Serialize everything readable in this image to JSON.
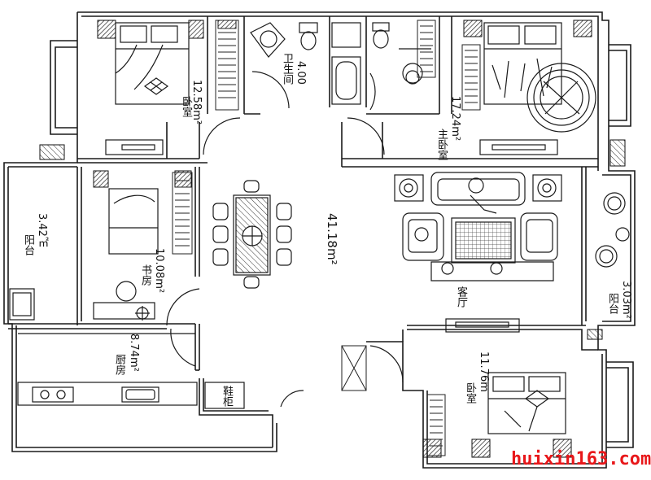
{
  "plan": {
    "rooms": [
      {
        "id": "bedroom-top-left",
        "name": "卧室",
        "area": "12.58m²"
      },
      {
        "id": "bathroom",
        "name": "卫生间",
        "area": "4.00"
      },
      {
        "id": "master-bedroom",
        "name": "主卧室",
        "area": "17.24m²"
      },
      {
        "id": "balcony-left",
        "name": "阳台",
        "area": "3.42㎡"
      },
      {
        "id": "study",
        "name": "书房",
        "area": "10.08m²"
      },
      {
        "id": "living-room",
        "name": "客厅",
        "area": "41.18m²"
      },
      {
        "id": "balcony-right",
        "name": "阳台",
        "area": "3.03m²"
      },
      {
        "id": "kitchen",
        "name": "厨房",
        "area": "8.74m²"
      },
      {
        "id": "bedroom-bottom-right",
        "name": "卧室",
        "area": "11.76m"
      }
    ],
    "closet_label": "鞋柜",
    "colors": {
      "wall": "#1a1a1a",
      "watermark": "#e8171a",
      "background": "#ffffff"
    }
  },
  "watermark": "huixin163.com"
}
